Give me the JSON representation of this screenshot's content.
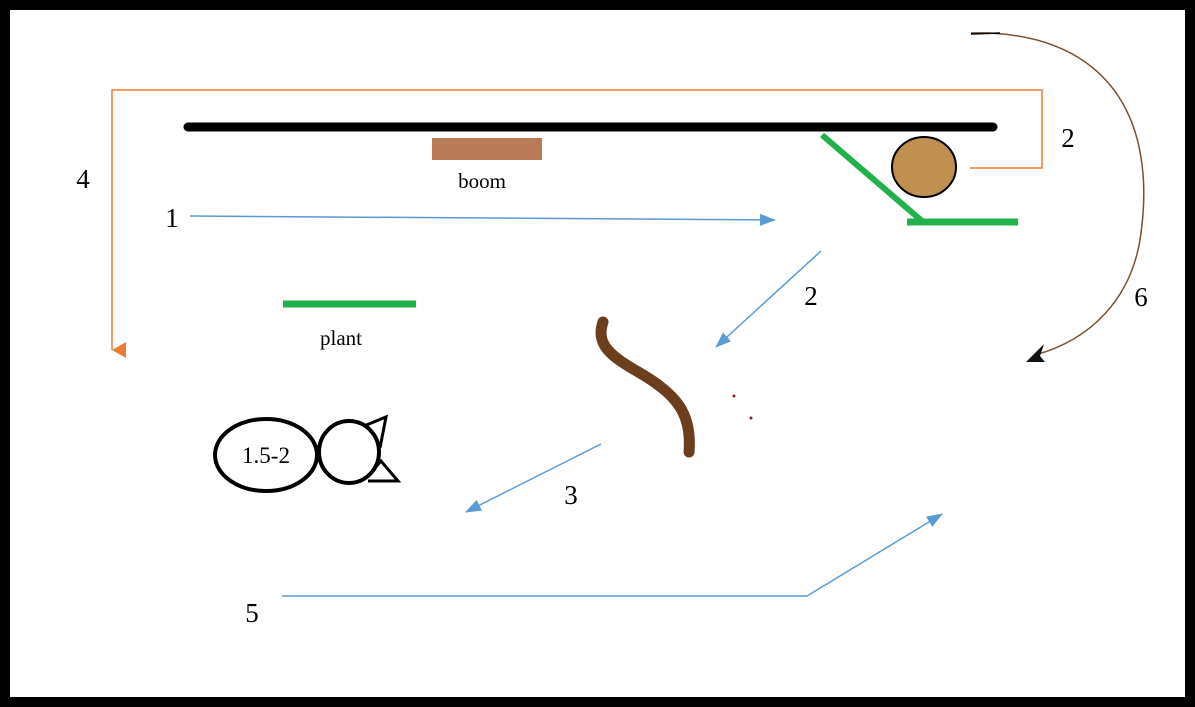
{
  "labels": {
    "boom": "boom",
    "plant": "plant",
    "oval": "1.5-2"
  },
  "path_numbers": {
    "n1": "1",
    "n2_left": "2",
    "n2_right": "2",
    "n3": "3",
    "n4": "4",
    "n5": "5",
    "n6": "6"
  },
  "colors": {
    "frame": "#000000",
    "blue_arrow": "#5b9bd5",
    "orange_path": "#ed7d31",
    "green_line": "#22b14c",
    "boom_block": "#b97a57",
    "ball_fill": "#c09050",
    "dark_curve": "#6b3e1e",
    "brown_arc": "#7a5230"
  }
}
